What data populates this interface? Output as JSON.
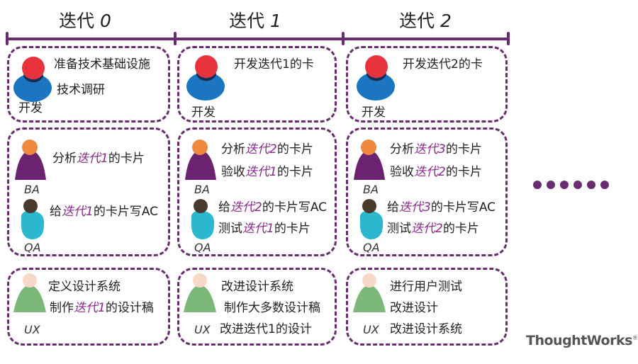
{
  "iterations": [
    {
      "title_prefix": "迭代 ",
      "title_num": "0",
      "dev": {
        "lines": [
          "准备技术基础设施",
          "技术调研"
        ],
        "role": "开发"
      },
      "ba": {
        "a1": "分析",
        "h1": "迭代1",
        "c1": "的卡片",
        "a2": "",
        "h2": "",
        "c2": "",
        "role": "BA"
      },
      "qa": {
        "a1": "给",
        "h1": "迭代1",
        "c1": "的卡片写AC",
        "a2": "",
        "h2": "",
        "c2": "",
        "role": "QA"
      },
      "ux": {
        "l1": "定义设计系统",
        "a2": "制作",
        "h2": "迭代1",
        "c2": "的设计稿",
        "l3": "",
        "role": "UX"
      }
    },
    {
      "title_prefix": "迭代 ",
      "title_num": "1",
      "dev": {
        "lines": [
          "开发迭代1的卡",
          ""
        ],
        "role": "开发"
      },
      "ba": {
        "a1": "分析",
        "h1": "迭代2",
        "c1": "的卡片",
        "a2": "验收",
        "h2": "迭代1",
        "c2": "的卡片",
        "role": "BA"
      },
      "qa": {
        "a1": "给",
        "h1": "迭代2",
        "c1": "的卡片写AC",
        "a2": "测试",
        "h2": "迭代1",
        "c2": "的卡片",
        "role": "QA"
      },
      "ux": {
        "l1": "改进设计系统",
        "a2": "制作大多数设计稿",
        "h2": "",
        "c2": "",
        "l3": "改进迭代1的设计",
        "role": "UX"
      }
    },
    {
      "title_prefix": "迭代 ",
      "title_num": "2",
      "dev": {
        "lines": [
          "开发迭代2的卡",
          ""
        ],
        "role": "开发"
      },
      "ba": {
        "a1": "分析",
        "h1": "迭代3",
        "c1": "的卡片",
        "a2": "验收",
        "h2": "迭代2",
        "c2": "的卡片",
        "role": "BA"
      },
      "qa": {
        "a1": "给",
        "h1": "迭代3",
        "c1": "的卡片写AC",
        "a2": "测试",
        "h2": "迭代2",
        "c2": "的卡片",
        "role": "QA"
      },
      "ux": {
        "l1": "进行用户测试",
        "a2": "改进设计",
        "h2": "",
        "c2": "",
        "l3": "改进设计系统",
        "role": "UX"
      }
    }
  ],
  "logo": "ThoughtWorks",
  "logo_mark": "®",
  "colors": {
    "accent": "#6a2c70",
    "highlight": "#8b2a8b",
    "dev_head": "#e8323c",
    "dev_body": "#1b75c0",
    "ba_head": "#ef8a3c",
    "ba_body": "#6b2270",
    "qa_head": "#4a3a2c",
    "qa_body": "#2bb8cf",
    "ux_head": "#f6d9c6",
    "ux_body": "#7cb87a"
  }
}
